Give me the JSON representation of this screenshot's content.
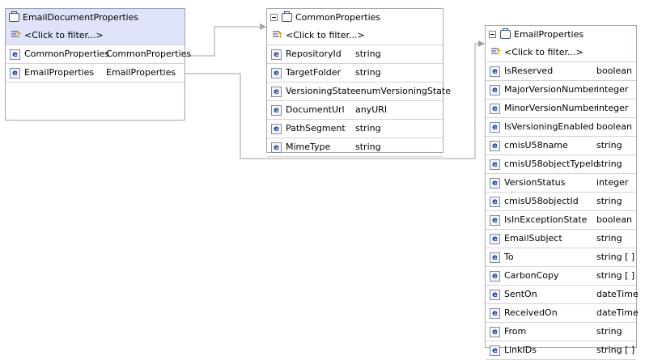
{
  "filter_label": "<Click to filter...>",
  "email_document": {
    "title": "EmailDocumentProperties",
    "rows": [
      {
        "name": "CommonProperties",
        "type": "CommonProperties"
      },
      {
        "name": "EmailProperties",
        "type": "EmailProperties"
      }
    ]
  },
  "common": {
    "title": "CommonProperties",
    "rows": [
      {
        "name": "RepositoryId",
        "type": "string"
      },
      {
        "name": "TargetFolder",
        "type": "string"
      },
      {
        "name": "VersioningState",
        "type": "enumVersioningState"
      },
      {
        "name": "DocumentUrl",
        "type": "anyURI"
      },
      {
        "name": "PathSegment",
        "type": "string"
      },
      {
        "name": "MimeType",
        "type": "string"
      }
    ]
  },
  "email": {
    "title": "EmailProperties",
    "rows": [
      {
        "name": "IsReserved",
        "type": "boolean"
      },
      {
        "name": "MajorVersionNumber",
        "type": "integer"
      },
      {
        "name": "MinorVersionNumber",
        "type": "integer"
      },
      {
        "name": "IsVersioningEnabled",
        "type": "boolean"
      },
      {
        "name": "cmisU58name",
        "type": "string"
      },
      {
        "name": "cmisU58objectTypeId",
        "type": "string"
      },
      {
        "name": "VersionStatus",
        "type": "integer"
      },
      {
        "name": "cmisU58objectId",
        "type": "string"
      },
      {
        "name": "IsInExceptionState",
        "type": "boolean"
      },
      {
        "name": "EmailSubject",
        "type": "string"
      },
      {
        "name": "To",
        "type": "string [ ]"
      },
      {
        "name": "CarbonCopy",
        "type": "string [ ]"
      },
      {
        "name": "SentOn",
        "type": "dateTime"
      },
      {
        "name": "ReceivedOn",
        "type": "dateTime"
      },
      {
        "name": "From",
        "type": "string"
      },
      {
        "name": "LinkIDs",
        "type": "string [ ]"
      }
    ]
  }
}
